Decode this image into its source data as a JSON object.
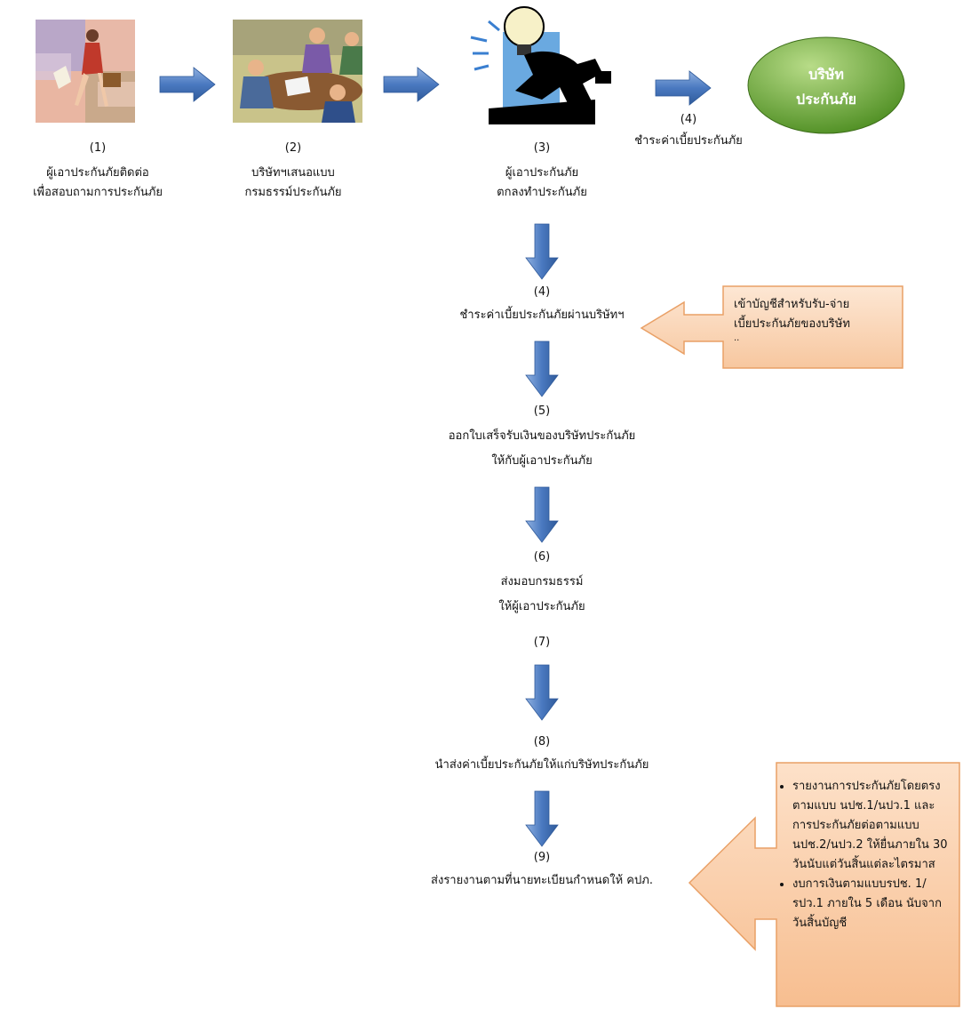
{
  "colors": {
    "arrow_blue": "#4a79c0",
    "arrow_blue_dark": "#2f5a9a",
    "company_green": "#6fae3a",
    "note_peach": "#fbd9bc",
    "note_orange_border": "#e9a066"
  },
  "icons": {
    "step1": "woman-with-bag-clipart",
    "step2": "business-meeting-clipart",
    "step3": "lightbulb-running-man-clipart"
  },
  "top_steps": [
    {
      "num": "(1)",
      "lines": [
        "ผู้เอาประกันภัยติดต่อ",
        "เพื่อสอบถามการประกันภัย"
      ]
    },
    {
      "num": "(2)",
      "lines": [
        "บริษัทฯเสนอแบบ",
        "กรมธรรม์ประกันภัย"
      ]
    },
    {
      "num": "(3)",
      "lines": [
        "ผู้เอาประกันภัย",
        "ตกลงทำประกันภัย"
      ]
    }
  ],
  "company": {
    "line1": "บริษัท",
    "line2": "ประกันภัย"
  },
  "top_payment": {
    "num": "(4)",
    "text": "ชำระค่าเบี้ยประกันภัย"
  },
  "flow": {
    "s4": {
      "num": "(4)",
      "text": "ชำระค่าเบี้ยประกันภัยผ่านบริษัทฯ"
    },
    "s5": {
      "num": "(5)",
      "line1": "ออกใบเสร็จรับเงินของบริษัทประกันภัย",
      "line2": "ให้กับผู้เอาประกันภัย"
    },
    "s6": {
      "num": "(6)",
      "line1": "ส่งมอบกรมธรรม์",
      "line2": "ให้ผู้เอาประกันภัย"
    },
    "s7": {
      "num": "(7)"
    },
    "s8": {
      "num": "(8)",
      "text": "นำส่งค่าเบี้ยประกันภัยให้แก่บริษัทประกันภัย"
    },
    "s9": {
      "num": "(9)",
      "text": "ส่งรายงานตามที่นายทะเบียนกำหนดให้ คปภ."
    }
  },
  "note1": {
    "line1": "เข้าบัญชีสำหรับรับ-จ่าย",
    "line2": "เบี้ยประกันภัยของบริษัท",
    "line3": ".."
  },
  "note2": {
    "item1": "รายงานการประกันภัยโดยตรงตามแบบ นปช.1/นปว.1 และการประกันภัยต่อตามแบบ นปช.2/นปว.2 ให้ยื่นภายใน 30 วันนับแต่วันสิ้นแต่ละไตรมาส",
    "item2": "งบการเงินตามแบบรปช. 1/รปว.1 ภายใน 5 เดือน นับจากวันสิ้นบัญชี"
  }
}
